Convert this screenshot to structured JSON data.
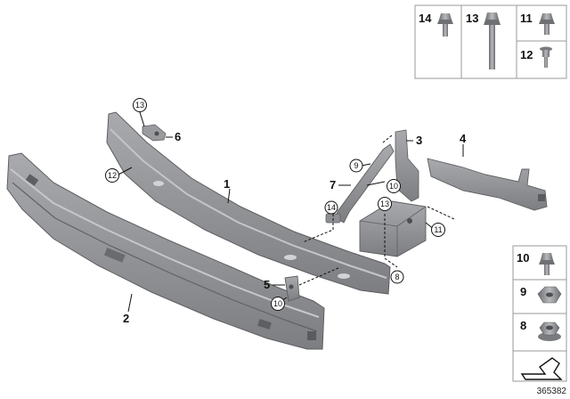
{
  "callouts": {
    "c1": "1",
    "c2": "2",
    "c3": "3",
    "c4": "4",
    "c5": "5",
    "c6": "6",
    "c7": "7",
    "c8": "8",
    "c9": "9",
    "c10a": "10",
    "c10b": "10",
    "c11": "11",
    "c12": "12",
    "c13a": "13",
    "c13b": "13",
    "c14": "14"
  },
  "fastener_table_top": [
    "14",
    "13",
    "11",
    "12"
  ],
  "fastener_table_side": [
    "10",
    "9",
    "8"
  ],
  "reference_number": "365382",
  "colors": {
    "part_fill": "#8e8f92",
    "part_dark": "#6e6f72",
    "part_light": "#b4b5b8",
    "box_border": "#9a9a9a"
  }
}
